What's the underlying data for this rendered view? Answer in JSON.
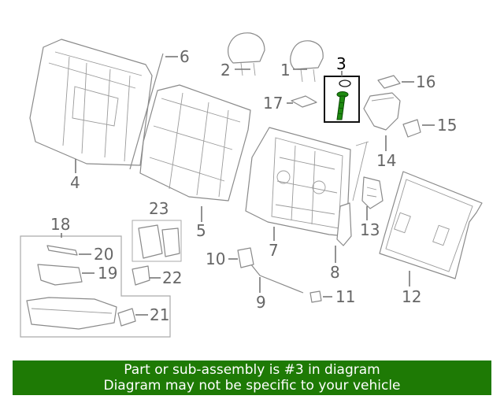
{
  "callouts": {
    "c1": "1",
    "c2": "2",
    "c3": "3",
    "c4": "4",
    "c5": "5",
    "c6": "6",
    "c7": "7",
    "c8": "8",
    "c9": "9",
    "c10": "10",
    "c11": "11",
    "c12": "12",
    "c13": "13",
    "c14": "14",
    "c15": "15",
    "c16": "16",
    "c17": "17",
    "c18": "18",
    "c19": "19",
    "c20": "20",
    "c21": "21",
    "c22": "22",
    "c23": "23"
  },
  "highlighted_part": "3",
  "colors": {
    "banner_bg": "#1e7a05",
    "banner_text": "#ffffff",
    "highlight_part": "#1e8a10",
    "line_art": "#8a8a8a"
  },
  "banner": {
    "line1": "Part or sub-assembly is #3 in diagram",
    "line2": "Diagram may not be specific to your vehicle"
  }
}
